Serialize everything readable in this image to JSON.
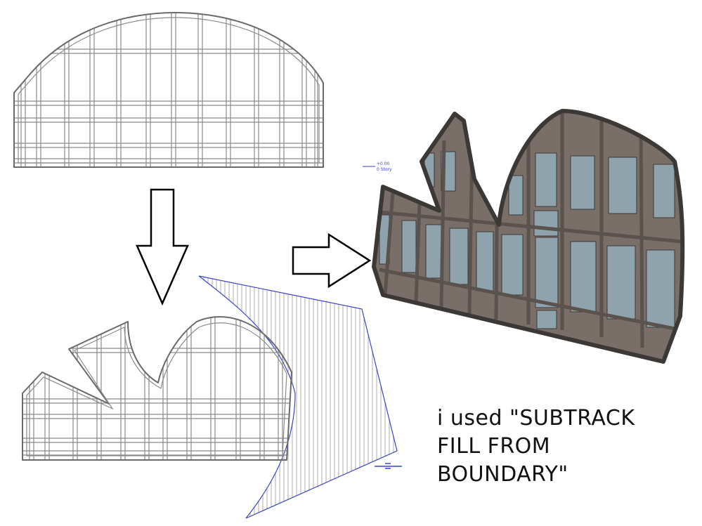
{
  "caption": {
    "lines": [
      "i used \"SUBTRACK",
      "FILL FROM",
      "BOUNDARY\""
    ]
  },
  "level_marker": {
    "value": "+0.00",
    "label": "0 Story"
  },
  "panels": {
    "original_frame": {
      "shape": "arched curtain wall elevation"
    },
    "subtracted_frame": {
      "shape": "wave-cut curtain wall elevation"
    },
    "rendered_3d": {
      "shape": "3D curtain wall"
    }
  },
  "colors": {
    "line": "#6a6a6a",
    "boundary": "#3a46c8",
    "panel": "#7a6e68",
    "panel_dark": "#4e4642",
    "glass": "#8fa3ad",
    "arrow": "#000000"
  }
}
